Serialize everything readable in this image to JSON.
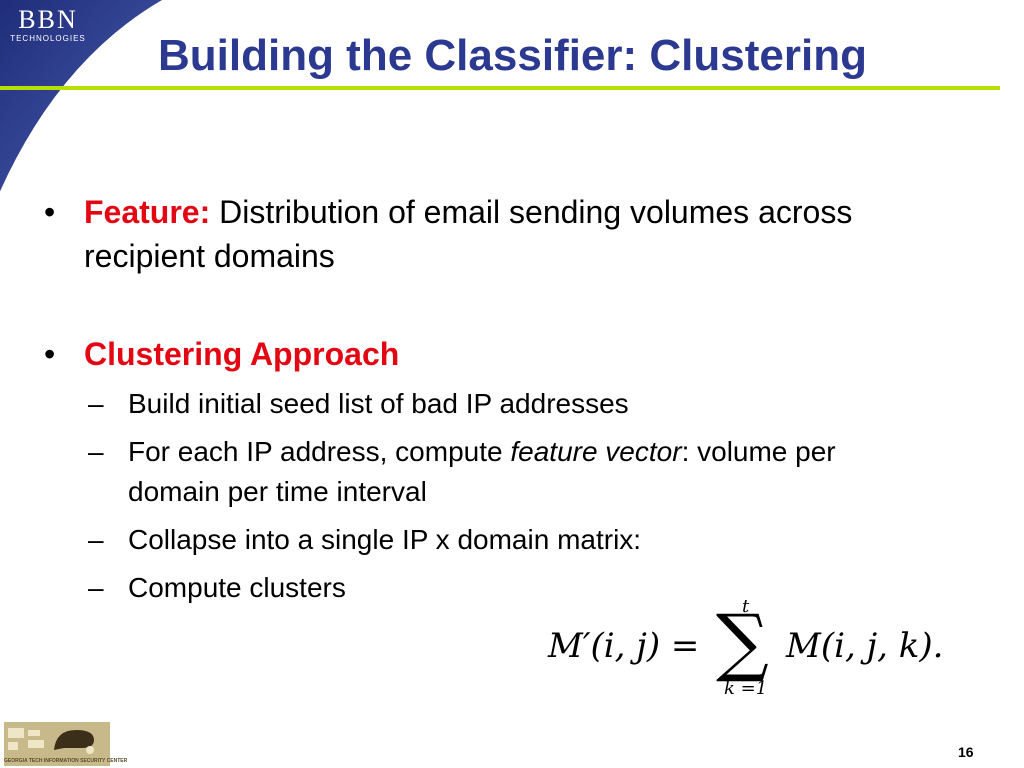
{
  "logo": {
    "main": "BBN",
    "sub": "TECHNOLOGIES"
  },
  "title": "Building the Classifier: Clustering",
  "bullets": [
    {
      "label": "Feature:",
      "text": " Distribution of email sending volumes across recipient domains"
    },
    {
      "label": "Clustering Approach"
    }
  ],
  "sub_items": [
    {
      "text": "Build initial seed list of bad IP addresses"
    },
    {
      "before": "For each IP address, compute ",
      "italic": "feature vector",
      "after": ": volume per domain per time interval"
    },
    {
      "text": "Collapse into a single IP x domain matrix:"
    },
    {
      "text": "Compute clusters"
    }
  ],
  "formula": {
    "lhs": "M′(i, j) =",
    "sigma": "∑",
    "upper": "t",
    "lower": "k =1",
    "rhs": "M(i, j, k)."
  },
  "footer": {
    "org_text": "GEORGIA TECH INFORMATION SECURITY CENTER",
    "page_number": "16"
  },
  "colors": {
    "title": "#2b3990",
    "accent_rule": "#b7e000",
    "emphasis": "#e30613",
    "corner": "#2b3990"
  }
}
